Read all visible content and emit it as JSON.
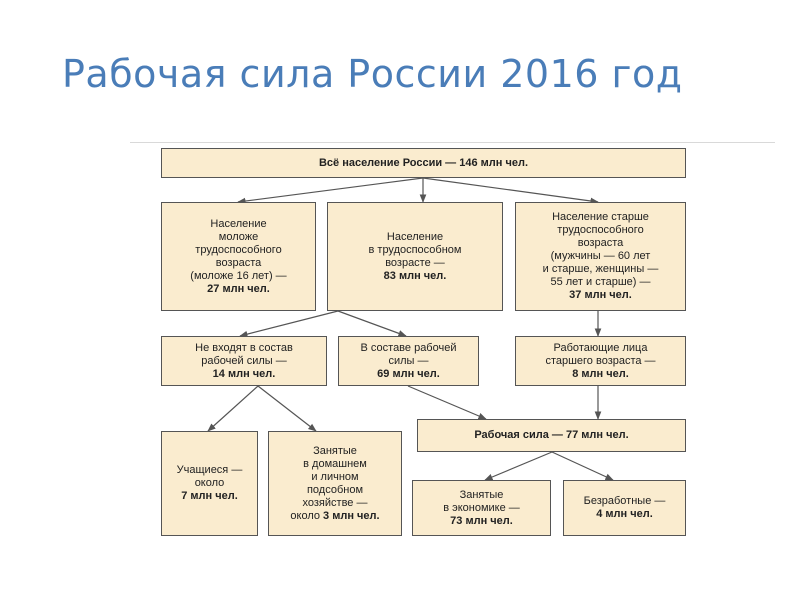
{
  "title": "Рабочая сила России 2016 год",
  "nodes": {
    "total": {
      "lines": [
        "Всё население России — 146 млн чел."
      ],
      "bold": [
        "Всё население России — 146 млн чел."
      ]
    },
    "young": {
      "lines": [
        "Население",
        "моложе",
        "трудоспособного",
        "возраста",
        "(моложе 16 лет) —"
      ],
      "bold": [
        "27 млн чел."
      ]
    },
    "working_age": {
      "lines": [
        "Население",
        "в трудоспособном",
        "возрасте —"
      ],
      "bold": [
        "83 млн чел."
      ]
    },
    "older": {
      "lines": [
        "Население старше",
        "трудоспособного",
        "возраста",
        "(мужчины — 60 лет",
        "и старше, женщины —",
        "55 лет и старше) —"
      ],
      "bold": [
        "37 млн чел."
      ]
    },
    "not_in_labor": {
      "lines": [
        "Не входят в состав",
        "рабочей силы —"
      ],
      "bold": [
        "14 млн чел."
      ]
    },
    "in_labor": {
      "lines": [
        "В составе рабочей",
        "силы —"
      ],
      "bold": [
        "69 млн чел."
      ]
    },
    "working_elderly": {
      "lines": [
        "Работающие лица",
        "старшего возраста —"
      ],
      "bold": [
        "8 млн чел."
      ]
    },
    "students": {
      "lines": [
        "Учащиеся —",
        "около"
      ],
      "bold": [
        "7 млн чел."
      ]
    },
    "household": {
      "lines": [
        "Занятые",
        "в домашнем",
        "и личном",
        "подсобном",
        "хозяйстве —",
        "около 3 млн чел."
      ],
      "bold": []
    },
    "labor_force": {
      "lines": [
        "Рабочая сила — 77 млн чел."
      ],
      "bold": [
        "Рабочая сила — 77 млн чел."
      ]
    },
    "employed": {
      "lines": [
        "Занятые",
        "в экономике —"
      ],
      "bold": [
        "73 млн чел."
      ]
    },
    "unemployed": {
      "lines": [
        "Безработные —"
      ],
      "bold": [
        "4 млн чел."
      ]
    }
  },
  "colors": {
    "title": "#4a7db8",
    "box_fill": "#faeccf",
    "box_border": "#555555",
    "arrow": "#555555"
  }
}
